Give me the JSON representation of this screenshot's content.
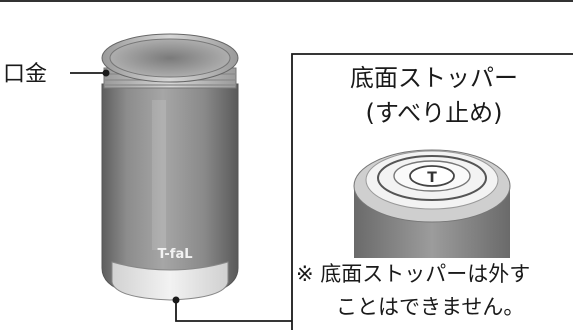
{
  "labels": {
    "mouth": "口金",
    "stopper_title_1": "底面ストッパー",
    "stopper_title_2": "(すべり止め)",
    "note_line_1": "※ 底面ストッパーは外す",
    "note_line_2": "ことはできません。"
  },
  "brand": {
    "logo_text": "T-faL",
    "stopper_emblem_text": "T"
  },
  "colors": {
    "ink": "#1a1a1a",
    "bottle_body": "#8a8a8a",
    "bottle_rim": "#bdbdbd",
    "stopper_base": "#eaeaea"
  }
}
